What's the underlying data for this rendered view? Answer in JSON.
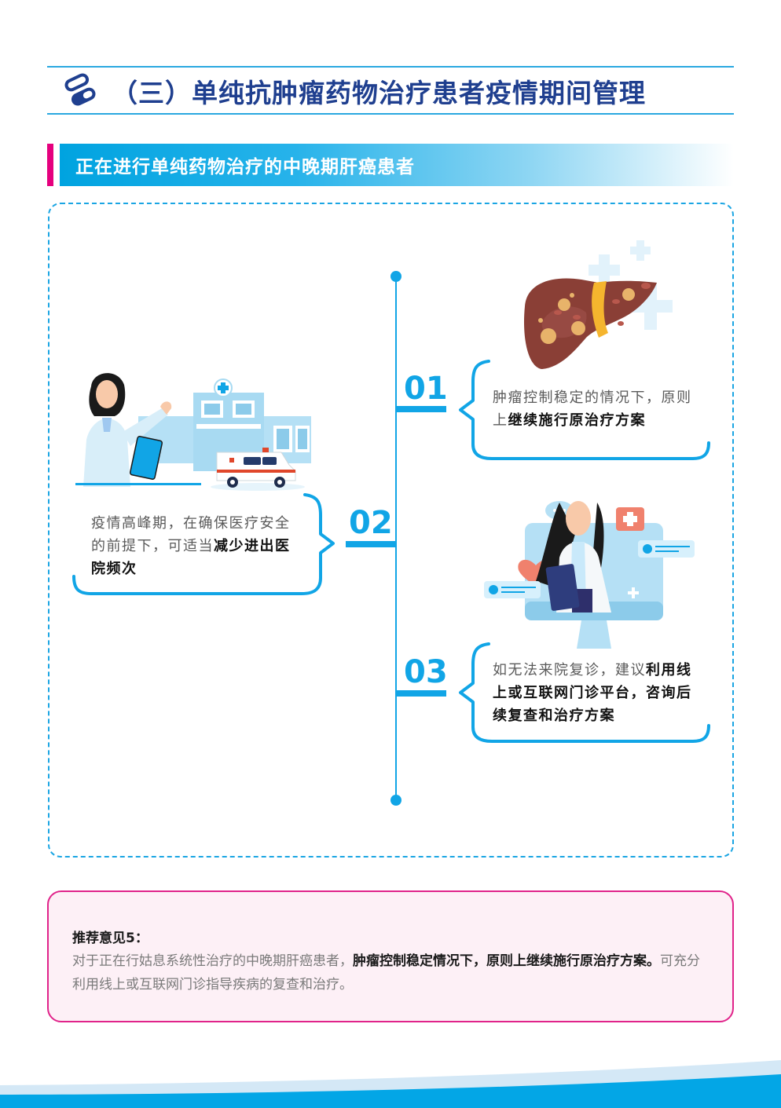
{
  "page": {
    "title": "（三）单纯抗肿瘤药物治疗患者疫情期间管理",
    "title_icon": "pill-capsule-icon"
  },
  "section": {
    "header": "正在进行单纯药物治疗的中晚期肝癌患者",
    "accent_color": "#e5007e",
    "bar_color": "#00a3e0"
  },
  "timeline": {
    "color": "#11a5e6",
    "steps": [
      {
        "number": "01",
        "text_normal": "肿瘤控制稳定的情况下，原则上",
        "text_bold": "继续施行原治疗方案",
        "illustration": "liver-tumor-icon"
      },
      {
        "number": "02",
        "text_normal": "疫情高峰期，在确保医疗安全的前提下，可适当",
        "text_bold": "减少进出医院频次",
        "illustration": "doctor-hospital-ambulance-icon"
      },
      {
        "number": "03",
        "text_normal": "如无法来院复诊，建议",
        "text_bold": "利用线上或互联网门诊平台，咨询后续复查和治疗方案",
        "illustration": "online-doctor-monitor-icon"
      }
    ]
  },
  "recommendation": {
    "title": "推荐意见5：",
    "text_normal_1": "对于正在行姑息系统性治疗的中晚期肝癌患者，",
    "text_bold": "肿瘤控制稳定情况下，原则上继续施行原治疗方案。",
    "text_normal_2": "可充分利用线上或互联网门诊指导疾病的复查和治疗。",
    "border_color": "#e0238a",
    "background_color": "#fdf0f6"
  }
}
